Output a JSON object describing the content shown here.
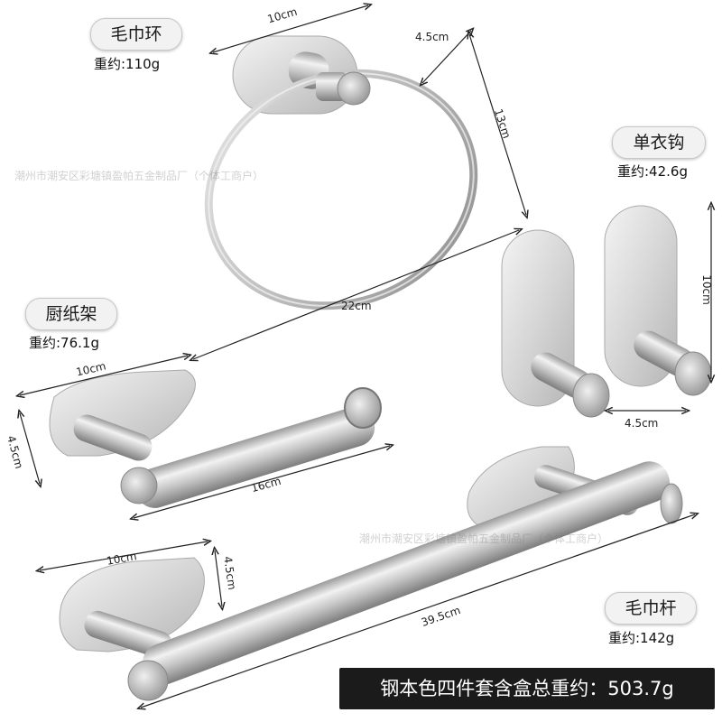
{
  "products": {
    "towel_ring": {
      "name": "毛巾环",
      "weight": "重约:110g",
      "dims": {
        "width": "10cm",
        "depth": "4.5cm",
        "height": "13cm",
        "span": "22cm"
      }
    },
    "hook": {
      "name": "单衣钩",
      "weight": "重约:42.6g",
      "dims": {
        "height": "10cm",
        "spacing": "4.5cm"
      }
    },
    "paper_holder": {
      "name": "厨纸架",
      "weight": "重约:76.1g",
      "dims": {
        "width": "10cm",
        "height": "4.5cm",
        "length": "16cm"
      }
    },
    "towel_bar": {
      "name": "毛巾杆",
      "weight": "重约:142g",
      "dims": {
        "width": "10cm",
        "height": "4.5cm",
        "length": "39.5cm"
      }
    }
  },
  "watermark": "潮州市潮安区彩塘镇盈帕五金制品厂（个体工商户）",
  "total_weight": "钢本色四件套含盒总重约：503.7g",
  "colors": {
    "background": "#ffffff",
    "steel_light": "#f1f1f1",
    "steel_mid": "#c9c9c9",
    "steel_dark": "#8a8a8a",
    "banner": "#1b1b1b"
  }
}
